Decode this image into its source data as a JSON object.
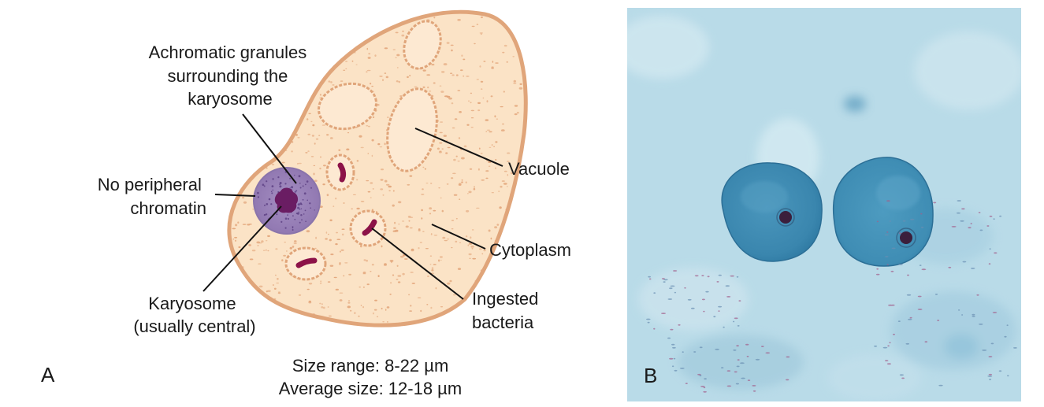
{
  "panel_a": {
    "letter": "A",
    "labels": {
      "granules": [
        "Achromatic granules",
        "surrounding the",
        "karyosome"
      ],
      "peripheral": [
        "No peripheral",
        "chromatin"
      ],
      "karyosome": [
        "Karyosome",
        "(usually central)"
      ],
      "vacuole": "Vacuole",
      "cytoplasm": "Cytoplasm",
      "bacteria": [
        "Ingested",
        "bacteria"
      ]
    },
    "size": {
      "range": "Size range: 8-22 µm",
      "average": "Average size: 12-18 µm"
    }
  },
  "panel_b": {
    "letter": "B"
  },
  "colors": {
    "cytoplasm_fill": "#fbe3c6",
    "cell_outline": "#e0a57a",
    "nucleus": "#9b82b8",
    "karyosome": "#6a1d63",
    "bacteria": "#8c1248",
    "photo_background": "#b9dbe8",
    "photo_cells": "#3f8fb4"
  }
}
